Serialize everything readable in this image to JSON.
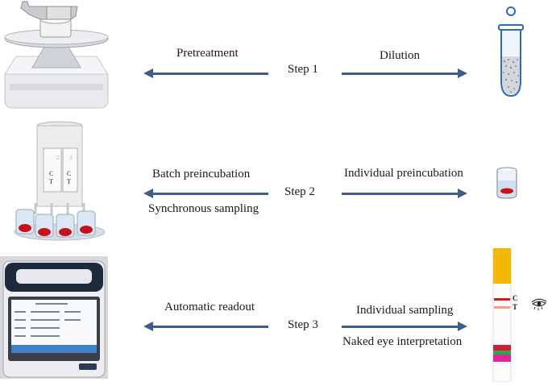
{
  "step1": {
    "label": "Step 1",
    "left_text": "Pretreatment",
    "right_text": "Dilution"
  },
  "step2": {
    "label": "Step 2",
    "left_text_1": "Batch preincubation",
    "left_text_2": "Synchronous sampling",
    "right_text": "Individual preincubation"
  },
  "step3": {
    "label": "Step 3",
    "left_text": "Automatic readout",
    "right_text_1": "Individual sampling",
    "right_text_2": "Naked eye interpretation"
  },
  "strip_labels": {
    "c": "C",
    "t": "T"
  },
  "incubator_labels": {
    "c1": "C",
    "t1": "T",
    "c2": "C",
    "t2": "T",
    "n2": "2",
    "n3": "3"
  },
  "colors": {
    "arrow": "#3f5e88",
    "sample_red": "#c8101a",
    "strip_yellow": "#f5b800",
    "reader_frame": "#1e2a3c"
  }
}
